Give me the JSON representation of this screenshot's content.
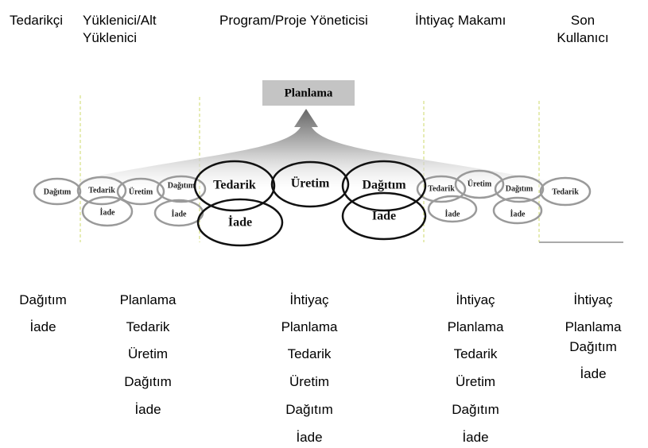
{
  "headers": {
    "tedarikci": "Tedarikçi",
    "yuklenici": "Yüklenici/Alt Yüklenici",
    "program": "Program/Proje Yöneticisi",
    "ihtiyac": "İhtiyaç Makamı",
    "son": "Son Kullanıcı"
  },
  "diagram": {
    "top": "Planlama",
    "left_outer": [
      "Dağıtım"
    ],
    "left_inner": [
      "Tedarik",
      "İade",
      "Üretim",
      "Dağıtım",
      "İade"
    ],
    "center": [
      "Tedarik",
      "İade",
      "Üretim",
      "Dağıtım",
      "İade"
    ],
    "right_inner": [
      "Tedarik",
      "Üretim",
      "İade",
      "Dağıtım",
      "İade"
    ],
    "right_outer": [
      "Tedarik"
    ]
  },
  "columns": {
    "tedarikci": [
      "Dağıtım",
      "İade"
    ],
    "yuklenici": [
      "Planlama",
      "Tedarik",
      "Üretim",
      "Dağıtım",
      "İade"
    ],
    "program": [
      "İhtiyaç",
      "Planlama",
      "Tedarik",
      "Üretim",
      "Dağıtım",
      "İade"
    ],
    "ihtiyac": [
      "İhtiyaç",
      "Planlama",
      "Tedarik",
      "Üretim",
      "Dağıtım",
      "İade"
    ],
    "son": [
      "İhtiyaç",
      "Planlama",
      "Dağıtım",
      "İade"
    ]
  }
}
